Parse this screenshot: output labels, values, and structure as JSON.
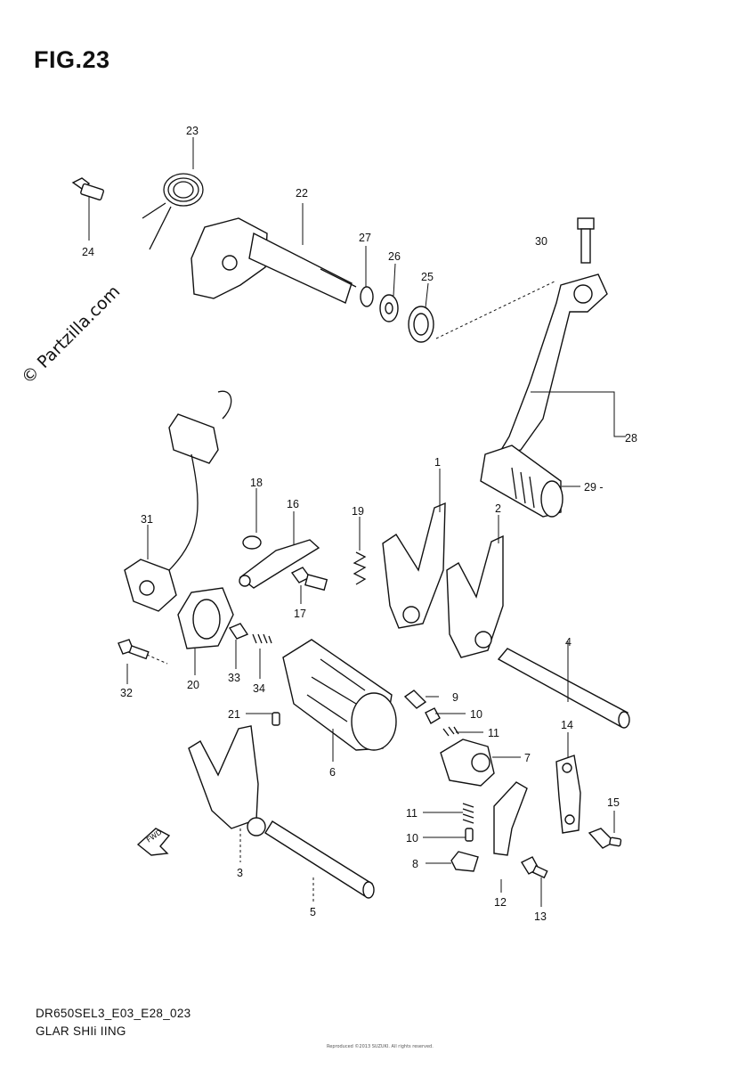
{
  "figure": {
    "title": "FIG.23",
    "watermark": "© Partzilla.com",
    "model_code": "DR650SEL3_E03_E28_023",
    "section_name": "GLAR SHIi IING",
    "footer_note": "Reproduced ©2013 SUZUKI. All rights reserved."
  },
  "callouts": [
    {
      "id": "c1",
      "label": "1"
    },
    {
      "id": "c2",
      "label": "2"
    },
    {
      "id": "c3",
      "label": "3"
    },
    {
      "id": "c4",
      "label": "4"
    },
    {
      "id": "c5",
      "label": "5"
    },
    {
      "id": "c6",
      "label": "6"
    },
    {
      "id": "c7",
      "label": "7"
    },
    {
      "id": "c8",
      "label": "8"
    },
    {
      "id": "c9",
      "label": "9"
    },
    {
      "id": "c10a",
      "label": "10"
    },
    {
      "id": "c10b",
      "label": "10"
    },
    {
      "id": "c11a",
      "label": "11"
    },
    {
      "id": "c11b",
      "label": "11"
    },
    {
      "id": "c12",
      "label": "12"
    },
    {
      "id": "c13",
      "label": "13"
    },
    {
      "id": "c14",
      "label": "14"
    },
    {
      "id": "c15",
      "label": "15"
    },
    {
      "id": "c16",
      "label": "16"
    },
    {
      "id": "c17",
      "label": "17"
    },
    {
      "id": "c18",
      "label": "18"
    },
    {
      "id": "c19",
      "label": "19"
    },
    {
      "id": "c20",
      "label": "20"
    },
    {
      "id": "c21",
      "label": "21"
    },
    {
      "id": "c22",
      "label": "22"
    },
    {
      "id": "c23",
      "label": "23"
    },
    {
      "id": "c24",
      "label": "24"
    },
    {
      "id": "c25",
      "label": "25"
    },
    {
      "id": "c26",
      "label": "26"
    },
    {
      "id": "c27",
      "label": "27"
    },
    {
      "id": "c28",
      "label": "28"
    },
    {
      "id": "c29",
      "label": "29 -"
    },
    {
      "id": "c30",
      "label": "30"
    },
    {
      "id": "c31",
      "label": "31"
    },
    {
      "id": "c32",
      "label": "32"
    },
    {
      "id": "c33",
      "label": "33"
    },
    {
      "id": "c34",
      "label": "34"
    }
  ],
  "fwd_arrow": {
    "label": "FWD"
  }
}
